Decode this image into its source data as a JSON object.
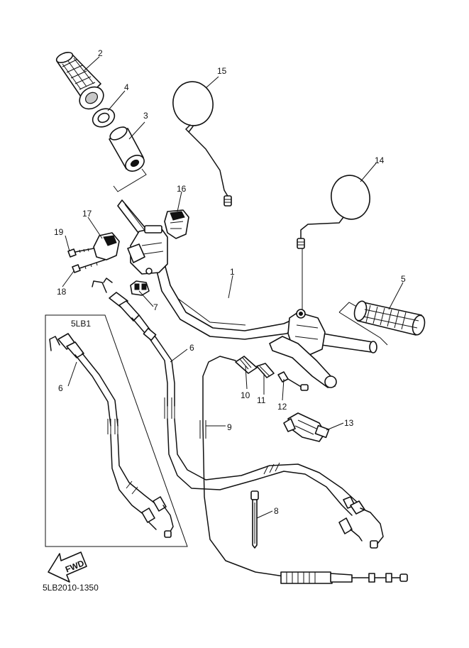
{
  "diagram": {
    "variant_box_label": "5LB1",
    "fwd_label": "FWD",
    "part_number_caption": "5LB2010-1350",
    "callouts": {
      "c1": "1",
      "c2": "2",
      "c3": "3",
      "c4": "4",
      "c5": "5",
      "c6a": "6",
      "c6b": "6",
      "c7": "7",
      "c8": "8",
      "c9": "9",
      "c10": "10",
      "c11": "11",
      "c12": "12",
      "c13": "13",
      "c14": "14",
      "c15": "15",
      "c16": "16",
      "c17": "17",
      "c18": "18",
      "c19": "19"
    }
  }
}
